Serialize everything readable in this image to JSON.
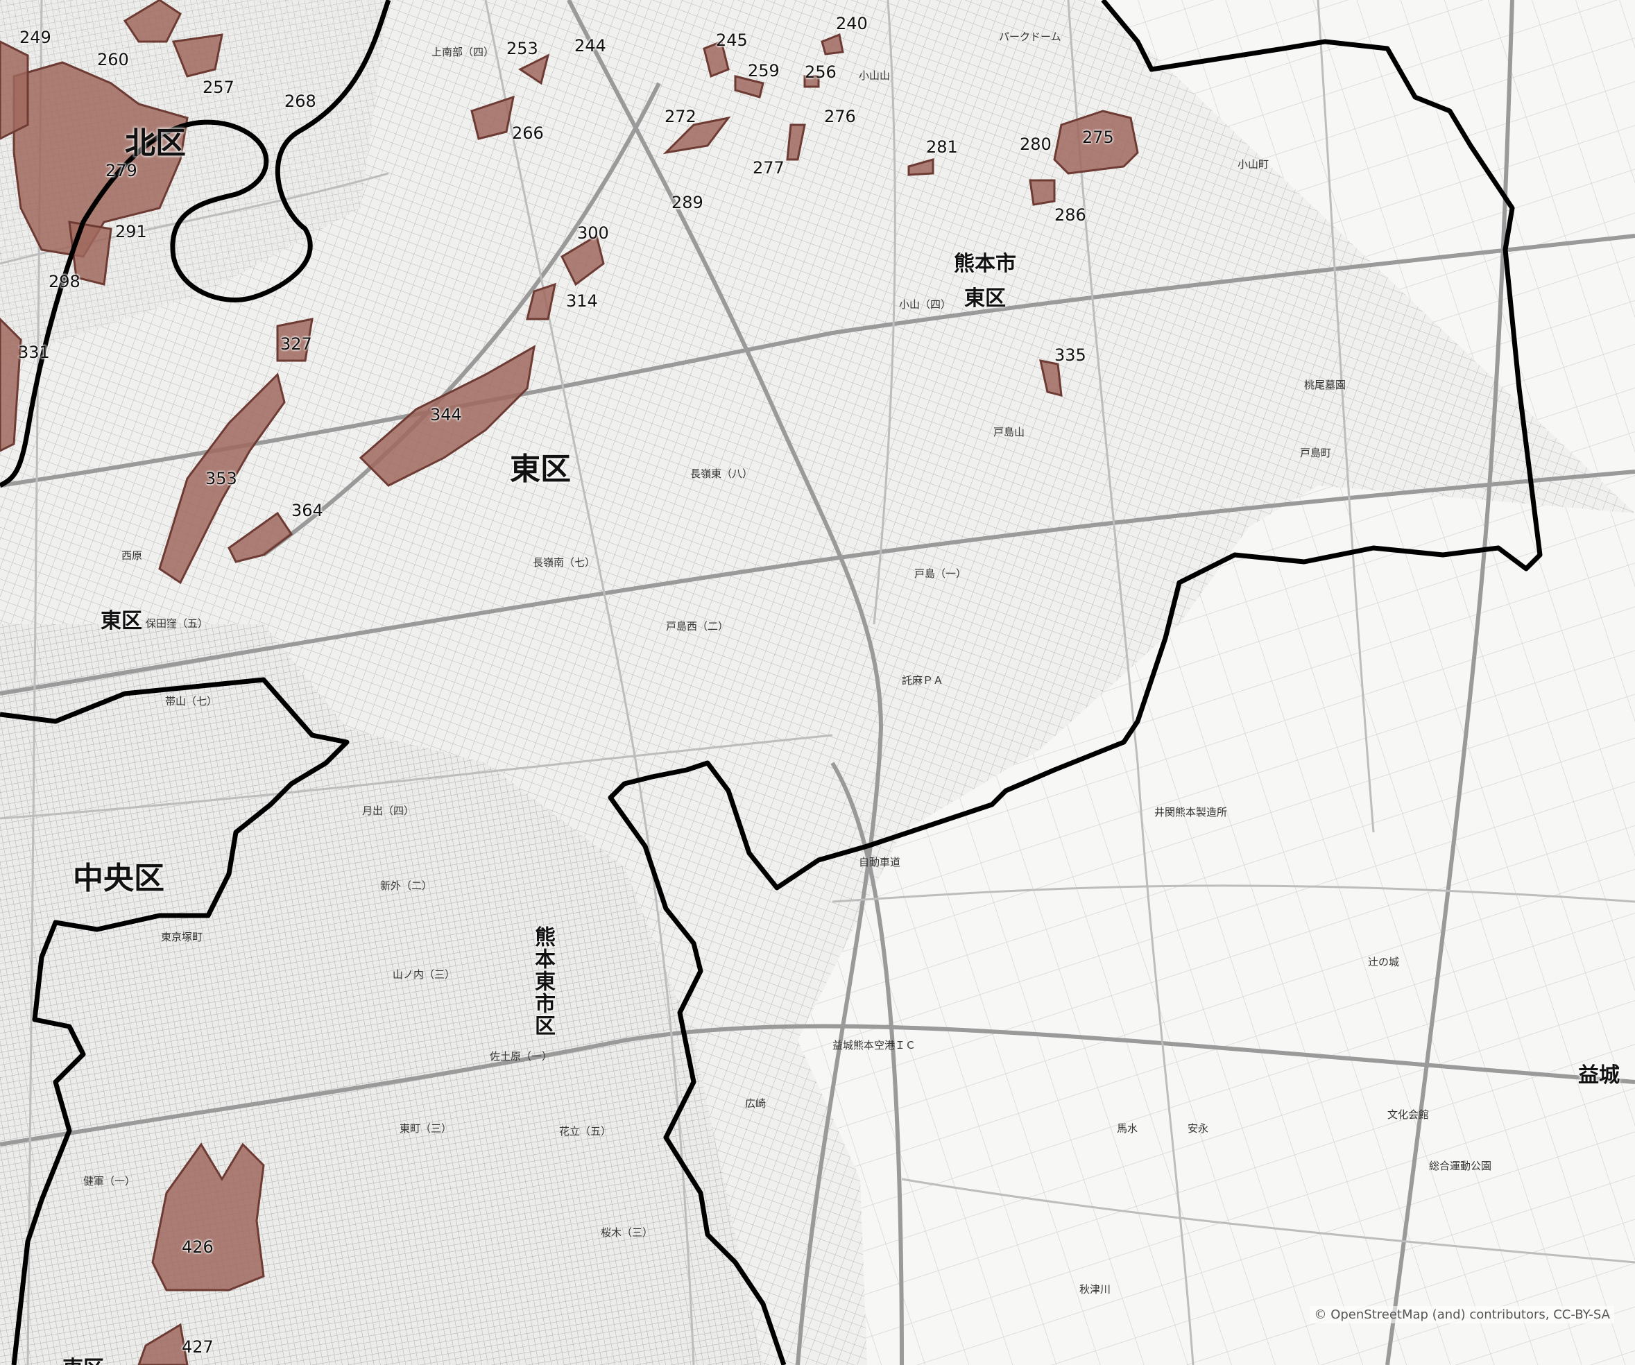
{
  "map": {
    "colors": {
      "boundary": "#000000",
      "hazard_fill": "#a0685e",
      "hazard_stroke": "#6d3b33",
      "road": "#8c8c8c",
      "highway": "#6e6e6e",
      "grid": "#cfcfcf"
    },
    "ward_labels": {
      "kita": "北区",
      "higashi_main": "東区",
      "higashi_city": "熊本市",
      "higashi_city2": "東区",
      "higashi_west": "東区",
      "chuo": "中央区",
      "kumamoto_higashi": "熊本東市区",
      "mashiki": "益城",
      "higashi_bottom": "東区"
    },
    "area_numbers": [
      "249",
      "260",
      "257",
      "268",
      "253",
      "244",
      "245",
      "240",
      "259",
      "256",
      "272",
      "276",
      "281",
      "280",
      "275",
      "266",
      "277",
      "289",
      "286",
      "279",
      "291",
      "298",
      "300",
      "314",
      "331",
      "327",
      "335",
      "344",
      "353",
      "364",
      "426",
      "427"
    ],
    "place_labels": {
      "kamitatsuta": "上南部（四）",
      "parkdome": "パークドーム",
      "koyamayama": "小山山",
      "tojimayama": "戸島山",
      "nagamine_higashi": "長嶺東（八）",
      "nagamine_minami": "長嶺南（七）",
      "tojima_nishi": "戸島西（二）",
      "tojima": "戸島（一）",
      "koyama": "小山（四）",
      "obiyama": "帯山（七）",
      "tsukide": "月出（四）",
      "shingai": "新外（二）",
      "yamanouchi": "山ノ内（三）",
      "sadohara": "佐土原（一）",
      "sakuragi": "桜木（三）",
      "hanatate": "花立（五）",
      "higashimachi": "東町（三）",
      "kengun": "健軍（一）",
      "hoyakubo": "保田窪（五）",
      "nishihara": "西原",
      "okubo": "東京塚町",
      "airport_ic": "益城熊本空港ＩＣ",
      "hiroyasu": "広崎",
      "yasunaga": "安永",
      "babamizu": "馬水",
      "tsujinojo": "辻の城",
      "sports_park": "総合運動公園",
      "bunka_kaikan": "文化会館",
      "momobi": "桃尾墓園",
      "akitsu_river": "秋津川",
      "kumamoto_factory": "井関熊本製造所",
      "jidosha_do": "自動車道",
      "takuma_pa": "託麻ＰＡ",
      "koyama_machi": "小山町",
      "tojima_machi": "戸島町"
    },
    "attribution": "© OpenStreetMap (and) contributors, CC-BY-SA"
  }
}
